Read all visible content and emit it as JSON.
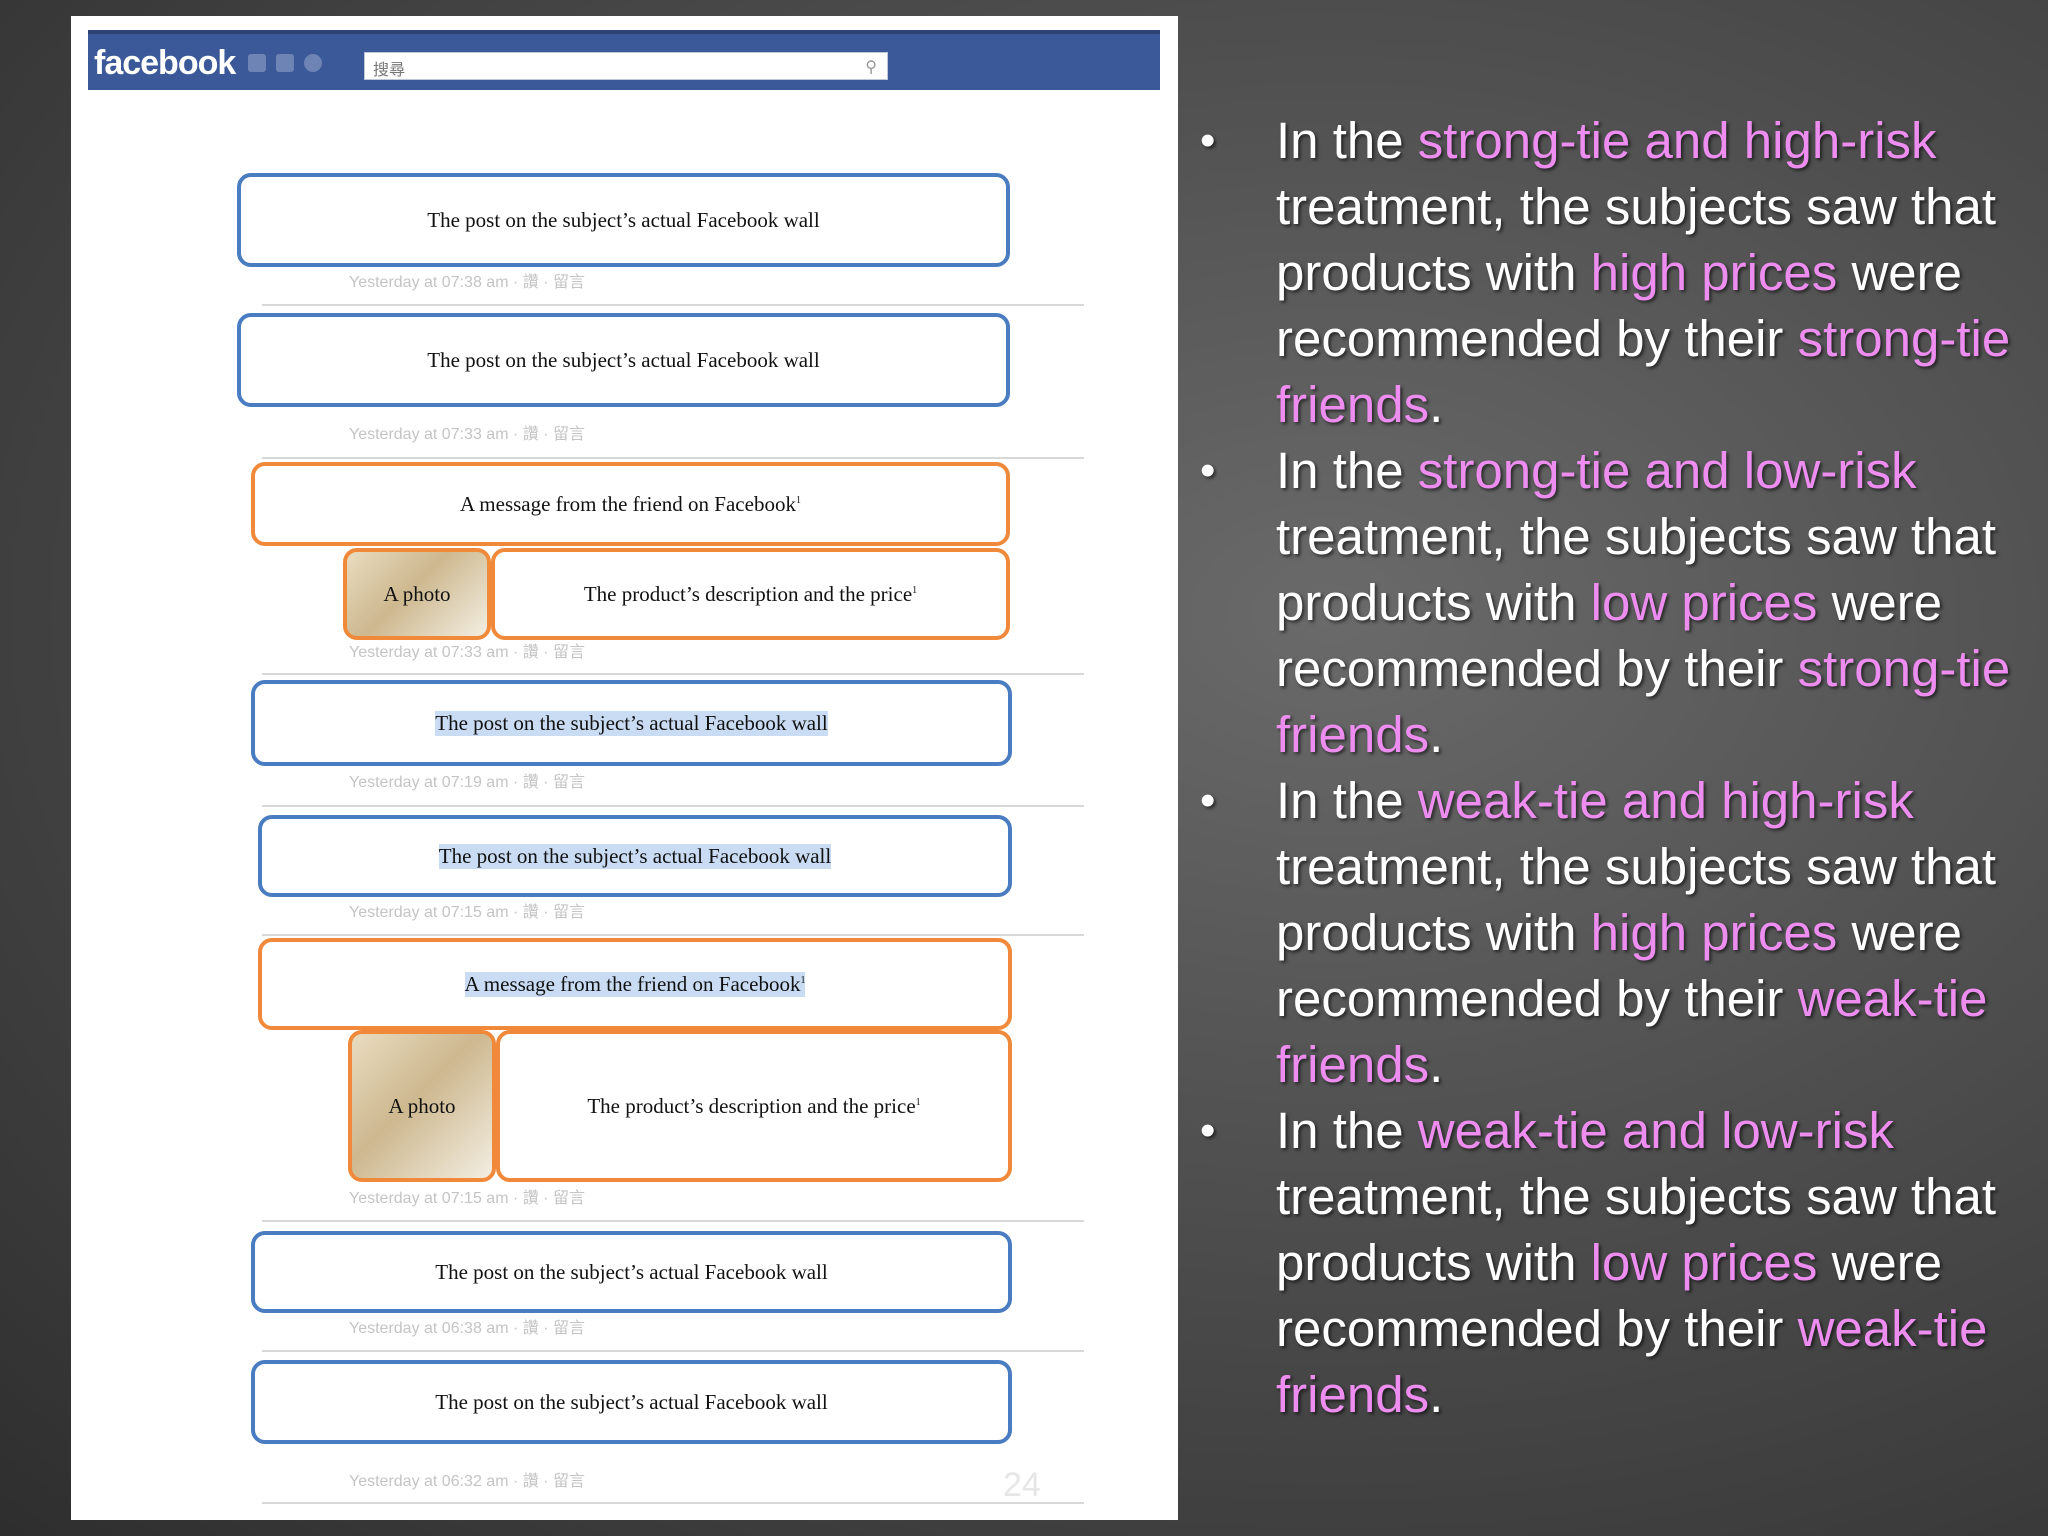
{
  "facebook": {
    "logo": "facebook",
    "search_placeholder": "搜尋",
    "search_icon": "magnifier-icon"
  },
  "labels": {
    "wall_post": "The post on the subject’s actual Facebook wall",
    "friend_message": "A message from the friend on Facebook",
    "photo": "A photo",
    "product_description": "The product’s description and the price",
    "superscript": "1"
  },
  "timestamps": [
    "Yesterday at 07:38 am · 讚 · 留言",
    "Yesterday at 07:33 am · 讚 · 留言",
    "Yesterday at 07:33 am · 讚 · 留言",
    "Yesterday at 07:19 am · 讚 · 留言",
    "Yesterday at 07:15 am · 讚 · 留言",
    "Yesterday at 07:15 am · 讚 · 留言",
    "Yesterday at 06:38 am · 讚 · 留言",
    "Yesterday at 06:32 am · 讚 · 留言"
  ],
  "page_number": "24",
  "bullets": [
    {
      "t1": " In the ",
      "h1": "strong-tie and high-risk",
      "t2": " treatment, the subjects saw that products with ",
      "h2": "high prices",
      "t3": " were recommended by their ",
      "h3": "strong-tie friends",
      "t4": "."
    },
    {
      "t1": "  In the ",
      "h1": "strong-tie and low-risk",
      "t2": " treatment, the subjects saw that products with ",
      "h2": "low prices",
      "t3": " were recommended by their ",
      "h3": "strong-tie friends",
      "t4": "."
    },
    {
      "t1": " In the ",
      "h1": "weak-tie and high-risk",
      "t2": " treatment, the subjects saw that products with ",
      "h2": "high prices",
      "t3": " were recommended by their ",
      "h3": "weak-tie friends",
      "t4": "."
    },
    {
      "t1": "  In the ",
      "h1": "weak-tie and low-risk",
      "t2": " treatment, the subjects saw that products with ",
      "h2": "low prices",
      "t3": " were recommended by their ",
      "h3": "weak-tie friends",
      "t4": "."
    }
  ],
  "bullet_glyph": "•",
  "colors": {
    "highlight": "#ee8df0",
    "wall_border": "#4a7cc1",
    "message_border": "#f08a3a",
    "fb_blue": "#3b5998"
  }
}
